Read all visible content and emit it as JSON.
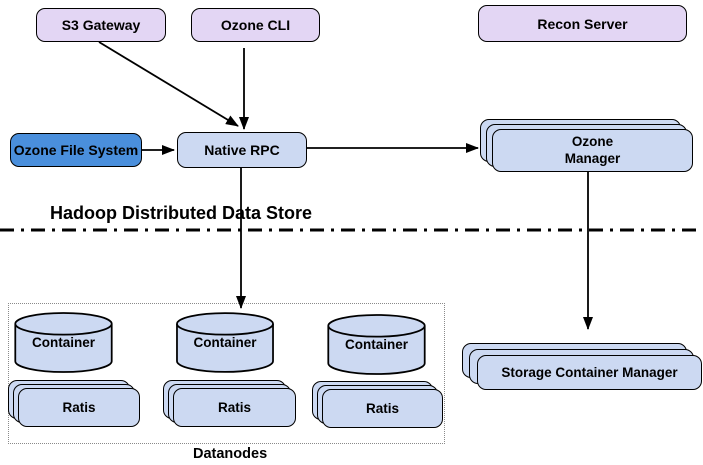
{
  "title": "Hadoop Distributed Data Store",
  "colors": {
    "lavender": "#e3d6f4",
    "light_blue": "#ccd9f2",
    "medium_blue": "#4a8fdc",
    "outline": "#000000"
  },
  "nodes": {
    "s3_gateway": {
      "label": "S3 Gateway"
    },
    "ozone_cli": {
      "label": "Ozone CLI"
    },
    "recon_server": {
      "label": "Recon Server"
    },
    "ozone_file_system": {
      "label": "Ozone File System"
    },
    "native_rpc": {
      "label": "Native RPC"
    },
    "ozone_manager": {
      "label_line1": "Ozone",
      "label_line2": "Manager"
    },
    "storage_container_manager": {
      "label": "Storage Container Manager"
    }
  },
  "datanodes": {
    "label": "Datanodes",
    "groups": [
      {
        "container": "Container",
        "ratis": "Ratis"
      },
      {
        "container": "Container",
        "ratis": "Ratis"
      },
      {
        "container": "Container",
        "ratis": "Ratis"
      }
    ]
  }
}
